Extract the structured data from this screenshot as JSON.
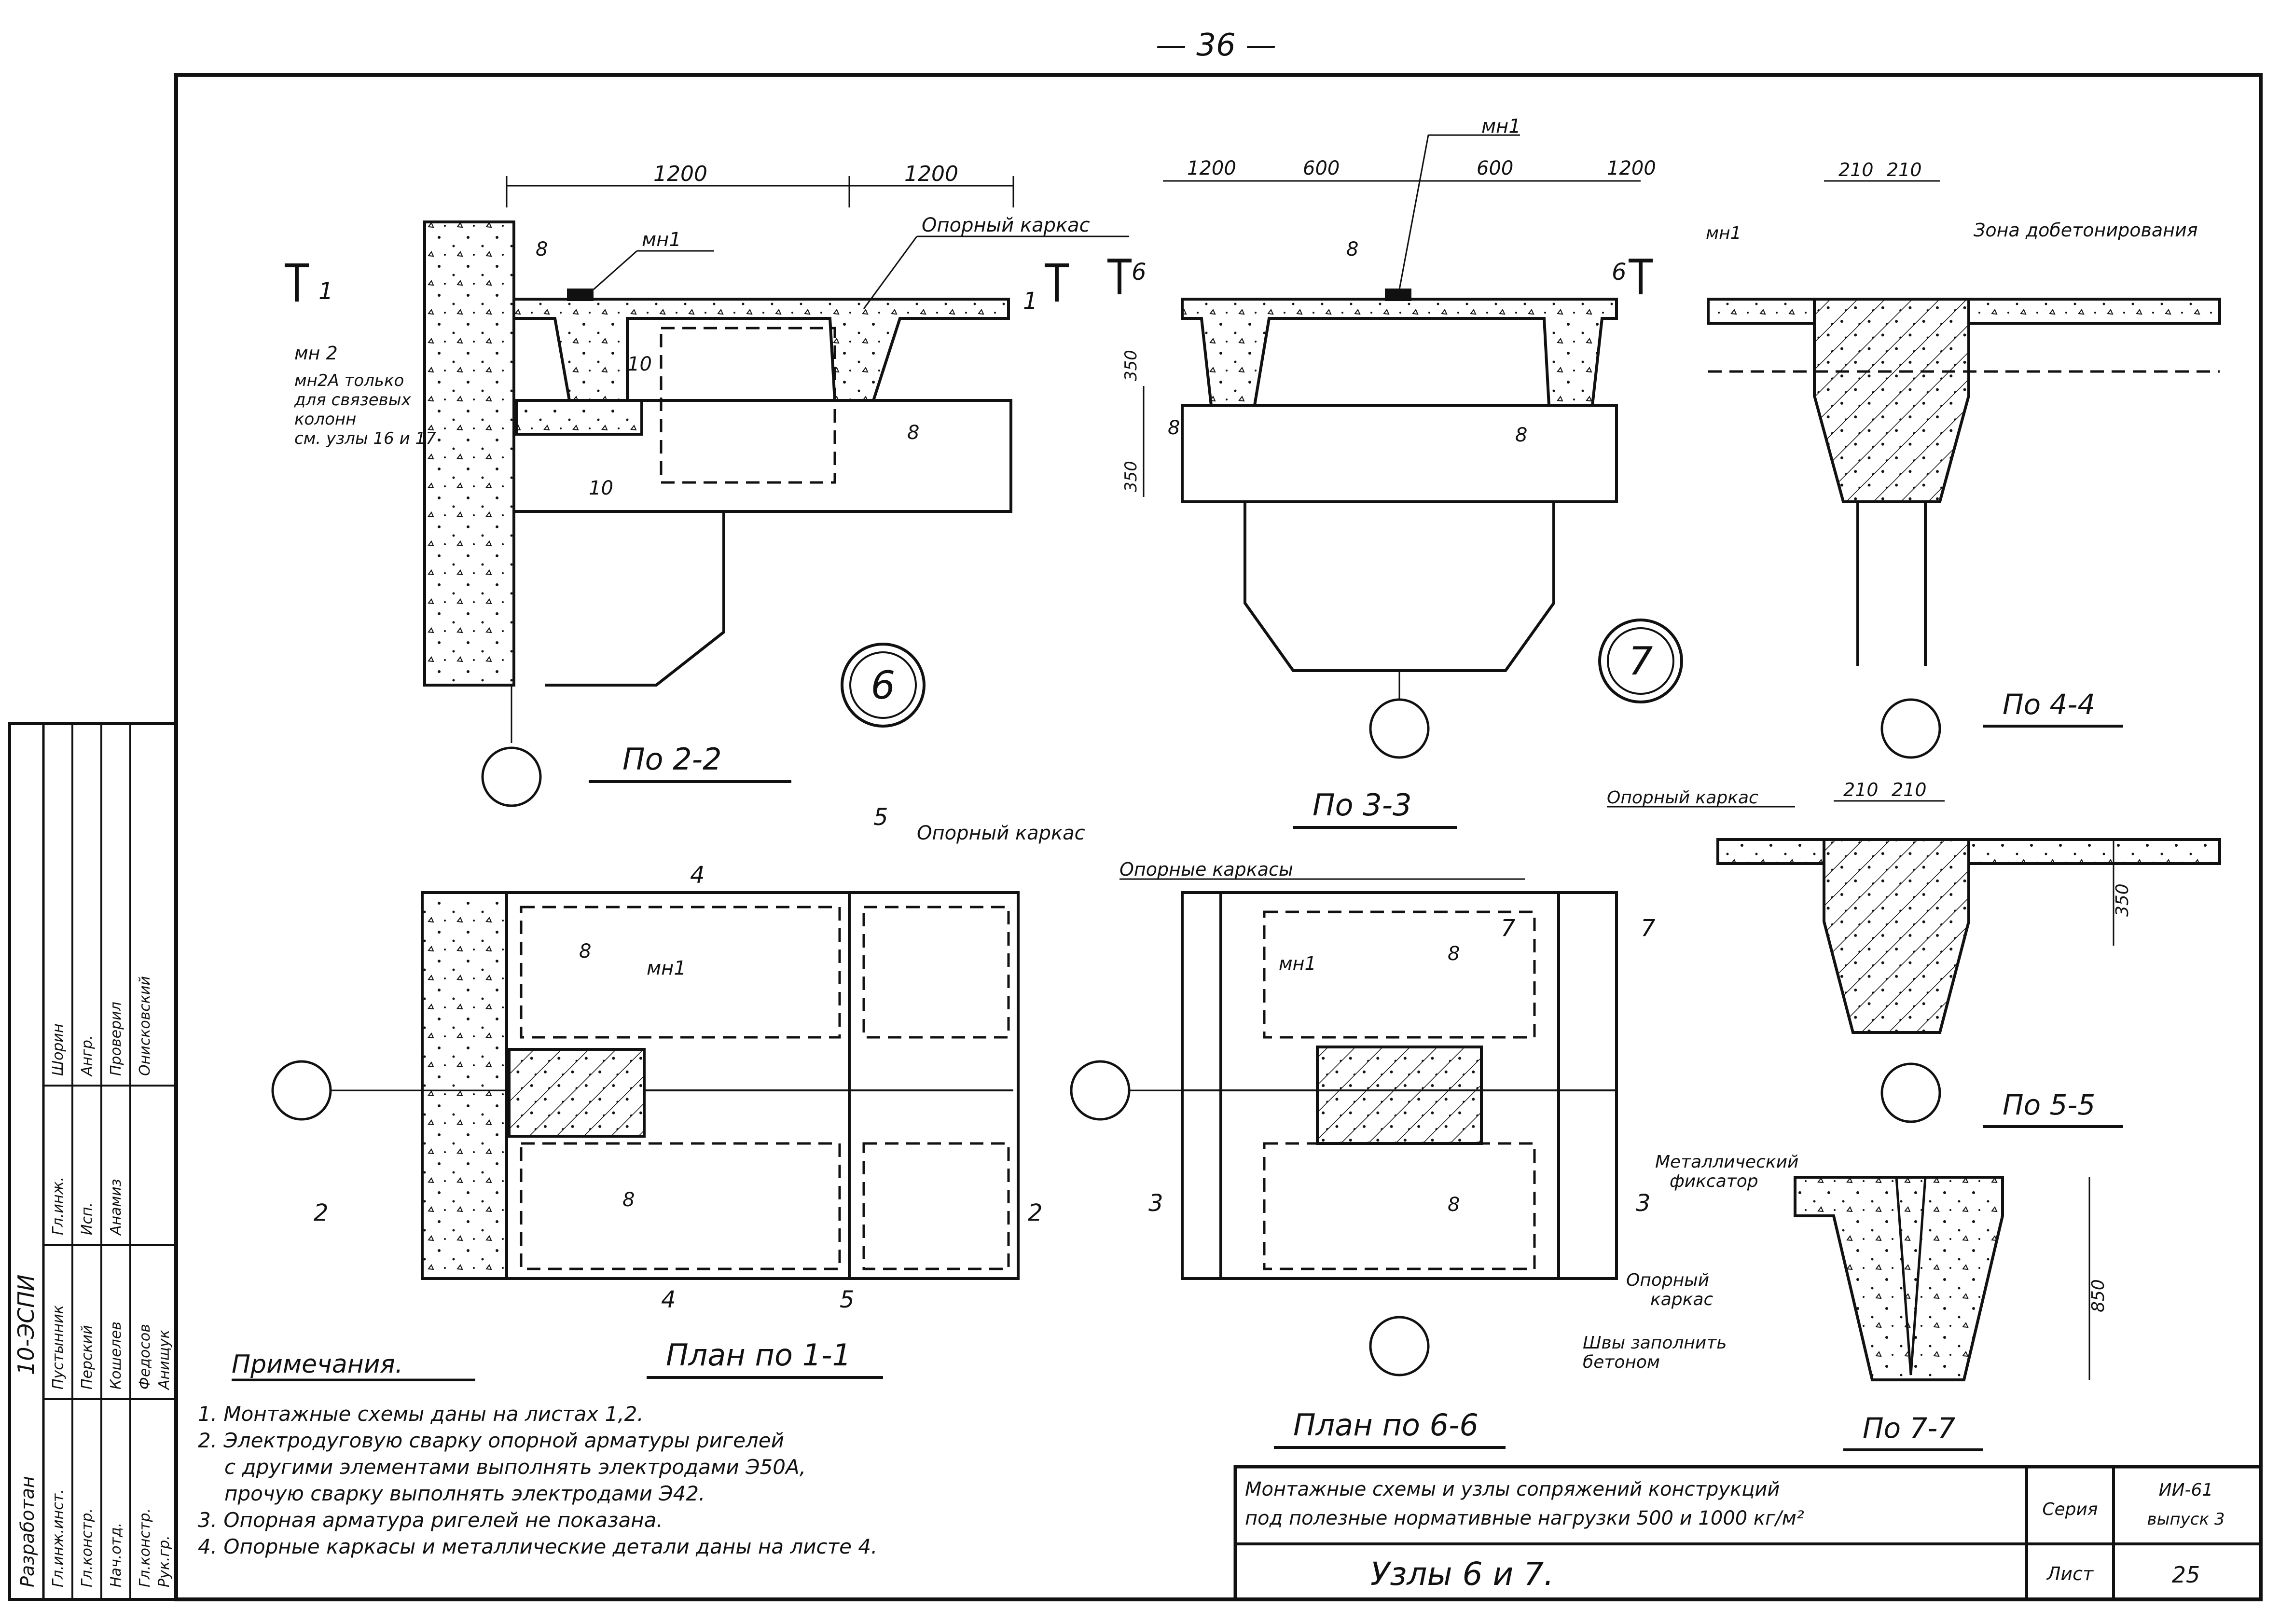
{
  "page_number": "— 36 —",
  "node_6": {
    "dims": [
      "1200",
      "1200"
    ],
    "labels": {
      "mh1": "мн1",
      "opora": "Опорный каркас",
      "mn2": "мн 2",
      "mn2a_note": [
        "мн2А только",
        "для связевых",
        "колонн",
        "см. узлы 16 и 17"
      ],
      "n8": "8",
      "n10": "10",
      "sec1": "1"
    },
    "badge": "6",
    "caption": "По 2-2"
  },
  "node_7": {
    "dims": [
      "1200",
      "600",
      "600",
      "1200"
    ],
    "heights": [
      "350",
      "350"
    ],
    "labels": {
      "mh1": "мн1",
      "n8": "8",
      "sec6": "6"
    },
    "badge": "7",
    "caption": "По 3-3"
  },
  "view_4_4": {
    "dims": [
      "210",
      "210"
    ],
    "labels": {
      "mh1": "мн1",
      "zone": "Зона добетонирования"
    },
    "caption": "По 4-4"
  },
  "view_5_5": {
    "dims": [
      "210",
      "210"
    ],
    "height": "350",
    "labels": {
      "opora": "Опорный каркас"
    },
    "caption": "По 5-5"
  },
  "view_7_7": {
    "height": "850",
    "labels": {
      "fix": [
        "Металлический",
        "фиксатор"
      ],
      "opora": [
        "Опорный",
        "каркас"
      ],
      "seams": [
        "Швы заполнить",
        "бетоном"
      ]
    },
    "caption": "По 7-7"
  },
  "plan_1_1": {
    "labels": {
      "opora": "Опорный каркас",
      "n8a": "8",
      "n8b": "8",
      "mh1": "мн1",
      "sec2": "2",
      "sec4": "4",
      "sec5": "5"
    },
    "caption": "План по 1-1"
  },
  "plan_6_6": {
    "labels": {
      "opory": "Опорные каркасы",
      "mh1": "мн1",
      "n8a": "8",
      "n8b": "8",
      "sec3": "3",
      "sec7": "7"
    },
    "caption": "План по 6-6"
  },
  "notes": {
    "title": "Примечания.",
    "items": [
      "1. Монтажные схемы даны на листах 1,2.",
      "2. Электродуговую сварку опорной арматуры ригелей",
      "с другими элементами выполнять электродами Э50А,",
      "прочую сварку выполнять электродами Э42.",
      "3. Опорная арматура ригелей не показана.",
      "4. Опорные каркасы и металлические детали даны на листе 4."
    ]
  },
  "title_block": {
    "description": [
      "Монтажные схемы и узлы сопряжений конструкций",
      "под полезные нормативные нагрузки 500 и 1000 кг/м²"
    ],
    "subtitle": "Узлы 6 и 7.",
    "series_label": "Серия",
    "series_value": [
      "ИИ-61",
      "выпуск 3"
    ],
    "sheet_label": "Лист",
    "sheet_value": "25"
  },
  "side_stamp": {
    "org": "10-ЭСПИ",
    "developed": "Разработан",
    "rows": [
      [
        "Гл.инж.инст.",
        "Пустынник",
        "Гл.инж.",
        "Шорин"
      ],
      [
        "Гл.констр.",
        "Перский",
        "Исп.",
        "Ангр."
      ],
      [
        "Нач.отд.",
        "Кошелев",
        "Анамиз",
        "Проверил"
      ],
      [
        "Гл.констр.",
        "Федосов",
        "",
        "Онисковский"
      ],
      [
        "Рук.гр.",
        "Анищук",
        "",
        ""
      ]
    ]
  }
}
